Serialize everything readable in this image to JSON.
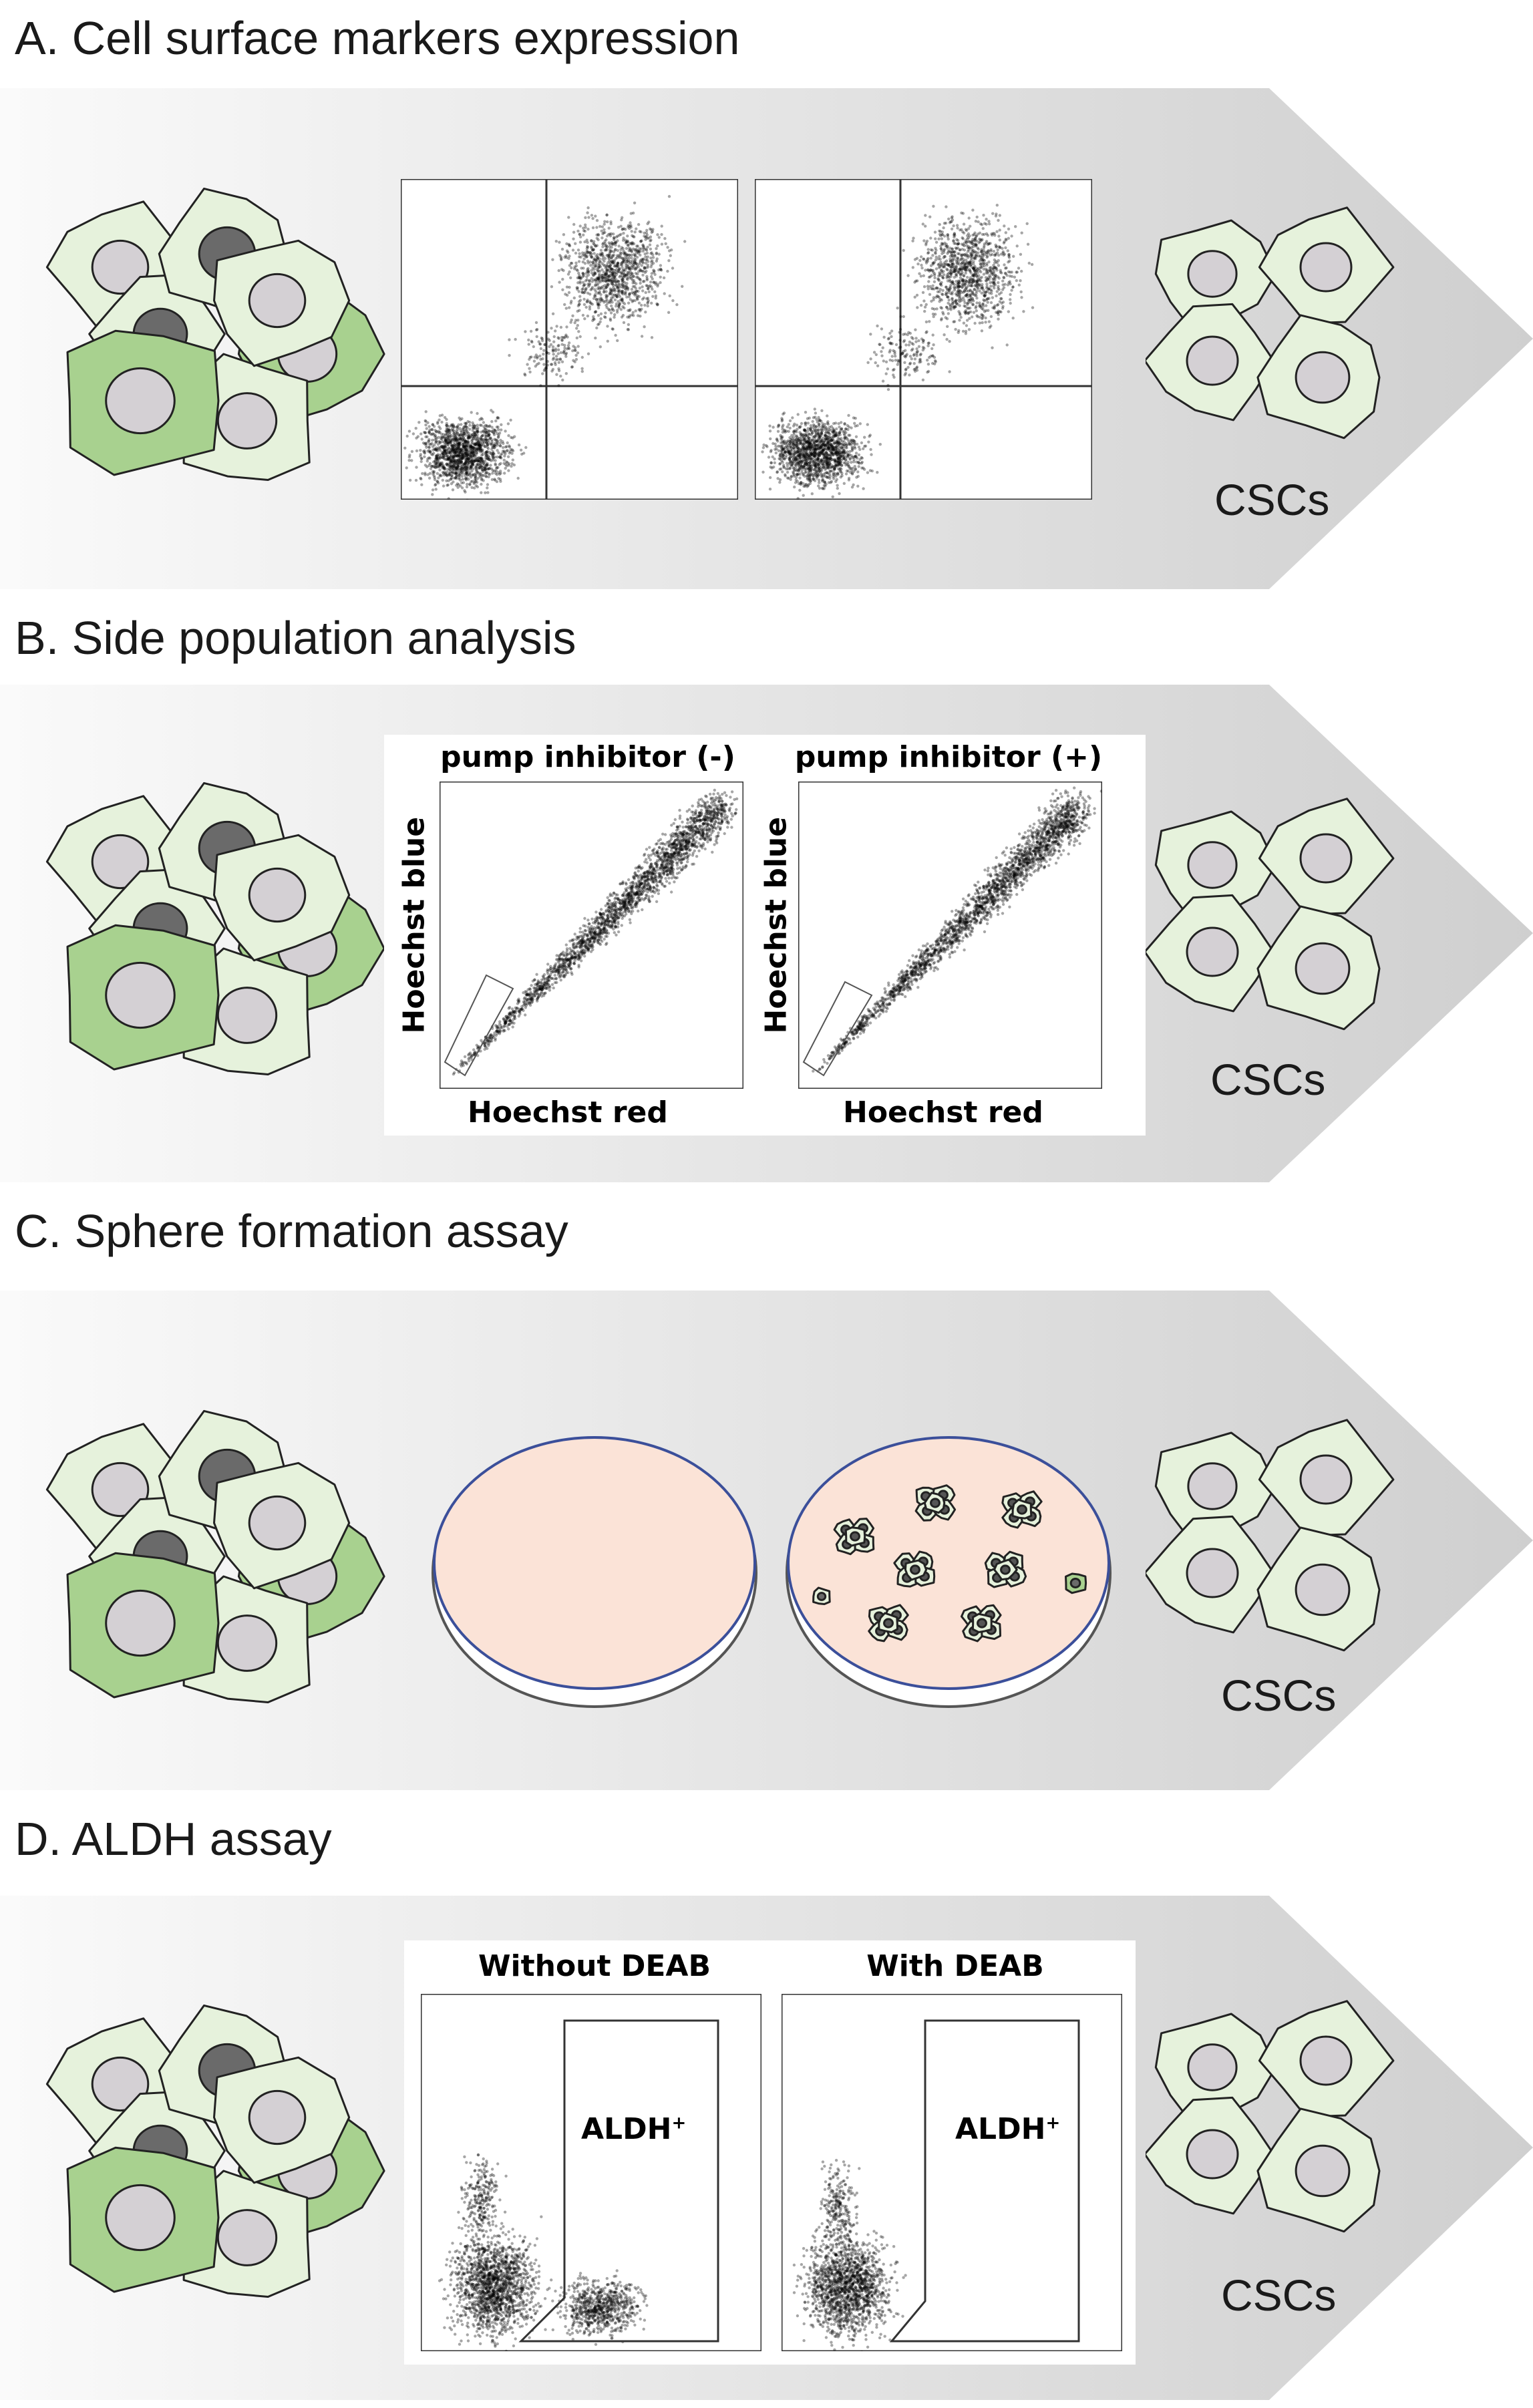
{
  "sections": [
    {
      "id": "A",
      "title": "A. Cell surface markers expression",
      "result_label": "CSCs"
    },
    {
      "id": "B",
      "title": "B. Side population analysis",
      "result_label": "CSCs",
      "plots": [
        {
          "title": "pump inhibitor (-)",
          "xlabel": "Hoechst red",
          "ylabel": "Hoechst blue"
        },
        {
          "title": "pump inhibitor (+)",
          "xlabel": "Hoechst red",
          "ylabel": "Hoechst blue"
        }
      ]
    },
    {
      "id": "C",
      "title": "C. Sphere formation assay",
      "result_label": "CSCs"
    },
    {
      "id": "D",
      "title": "D. ALDH assay",
      "result_label": "CSCs",
      "plots": [
        {
          "title": "Without DEAB",
          "gate_label": "ALDH",
          "gate_sup": "+"
        },
        {
          "title": "With DEAB",
          "gate_label": "ALDH",
          "gate_sup": "+"
        }
      ]
    }
  ],
  "colors": {
    "banner_light": "#f7f7f7",
    "banner_dark": "#d0d0d0",
    "cell_light": "#e6f2dc",
    "cell_dark": "#a8d18f",
    "nucleus": "#d4d0d4",
    "nucleus_dark": "#6a6a6a",
    "dish_fill": "#fbe3d7",
    "dish_rim": "#3b4f9a"
  }
}
